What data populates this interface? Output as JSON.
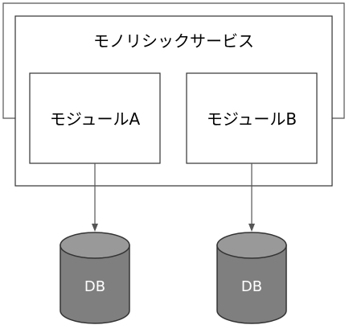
{
  "service": {
    "label": "モノリシックサービス"
  },
  "modules": [
    {
      "label": "モジュールA"
    },
    {
      "label": "モジュールB"
    }
  ],
  "databases": [
    {
      "label": "DB"
    },
    {
      "label": "DB"
    }
  ],
  "colors": {
    "line": "#555555",
    "box_border": "#333333",
    "db_fill": "#7f7f7f",
    "db_top": "#999999",
    "db_text": "#ffffff",
    "text": "#000000"
  }
}
